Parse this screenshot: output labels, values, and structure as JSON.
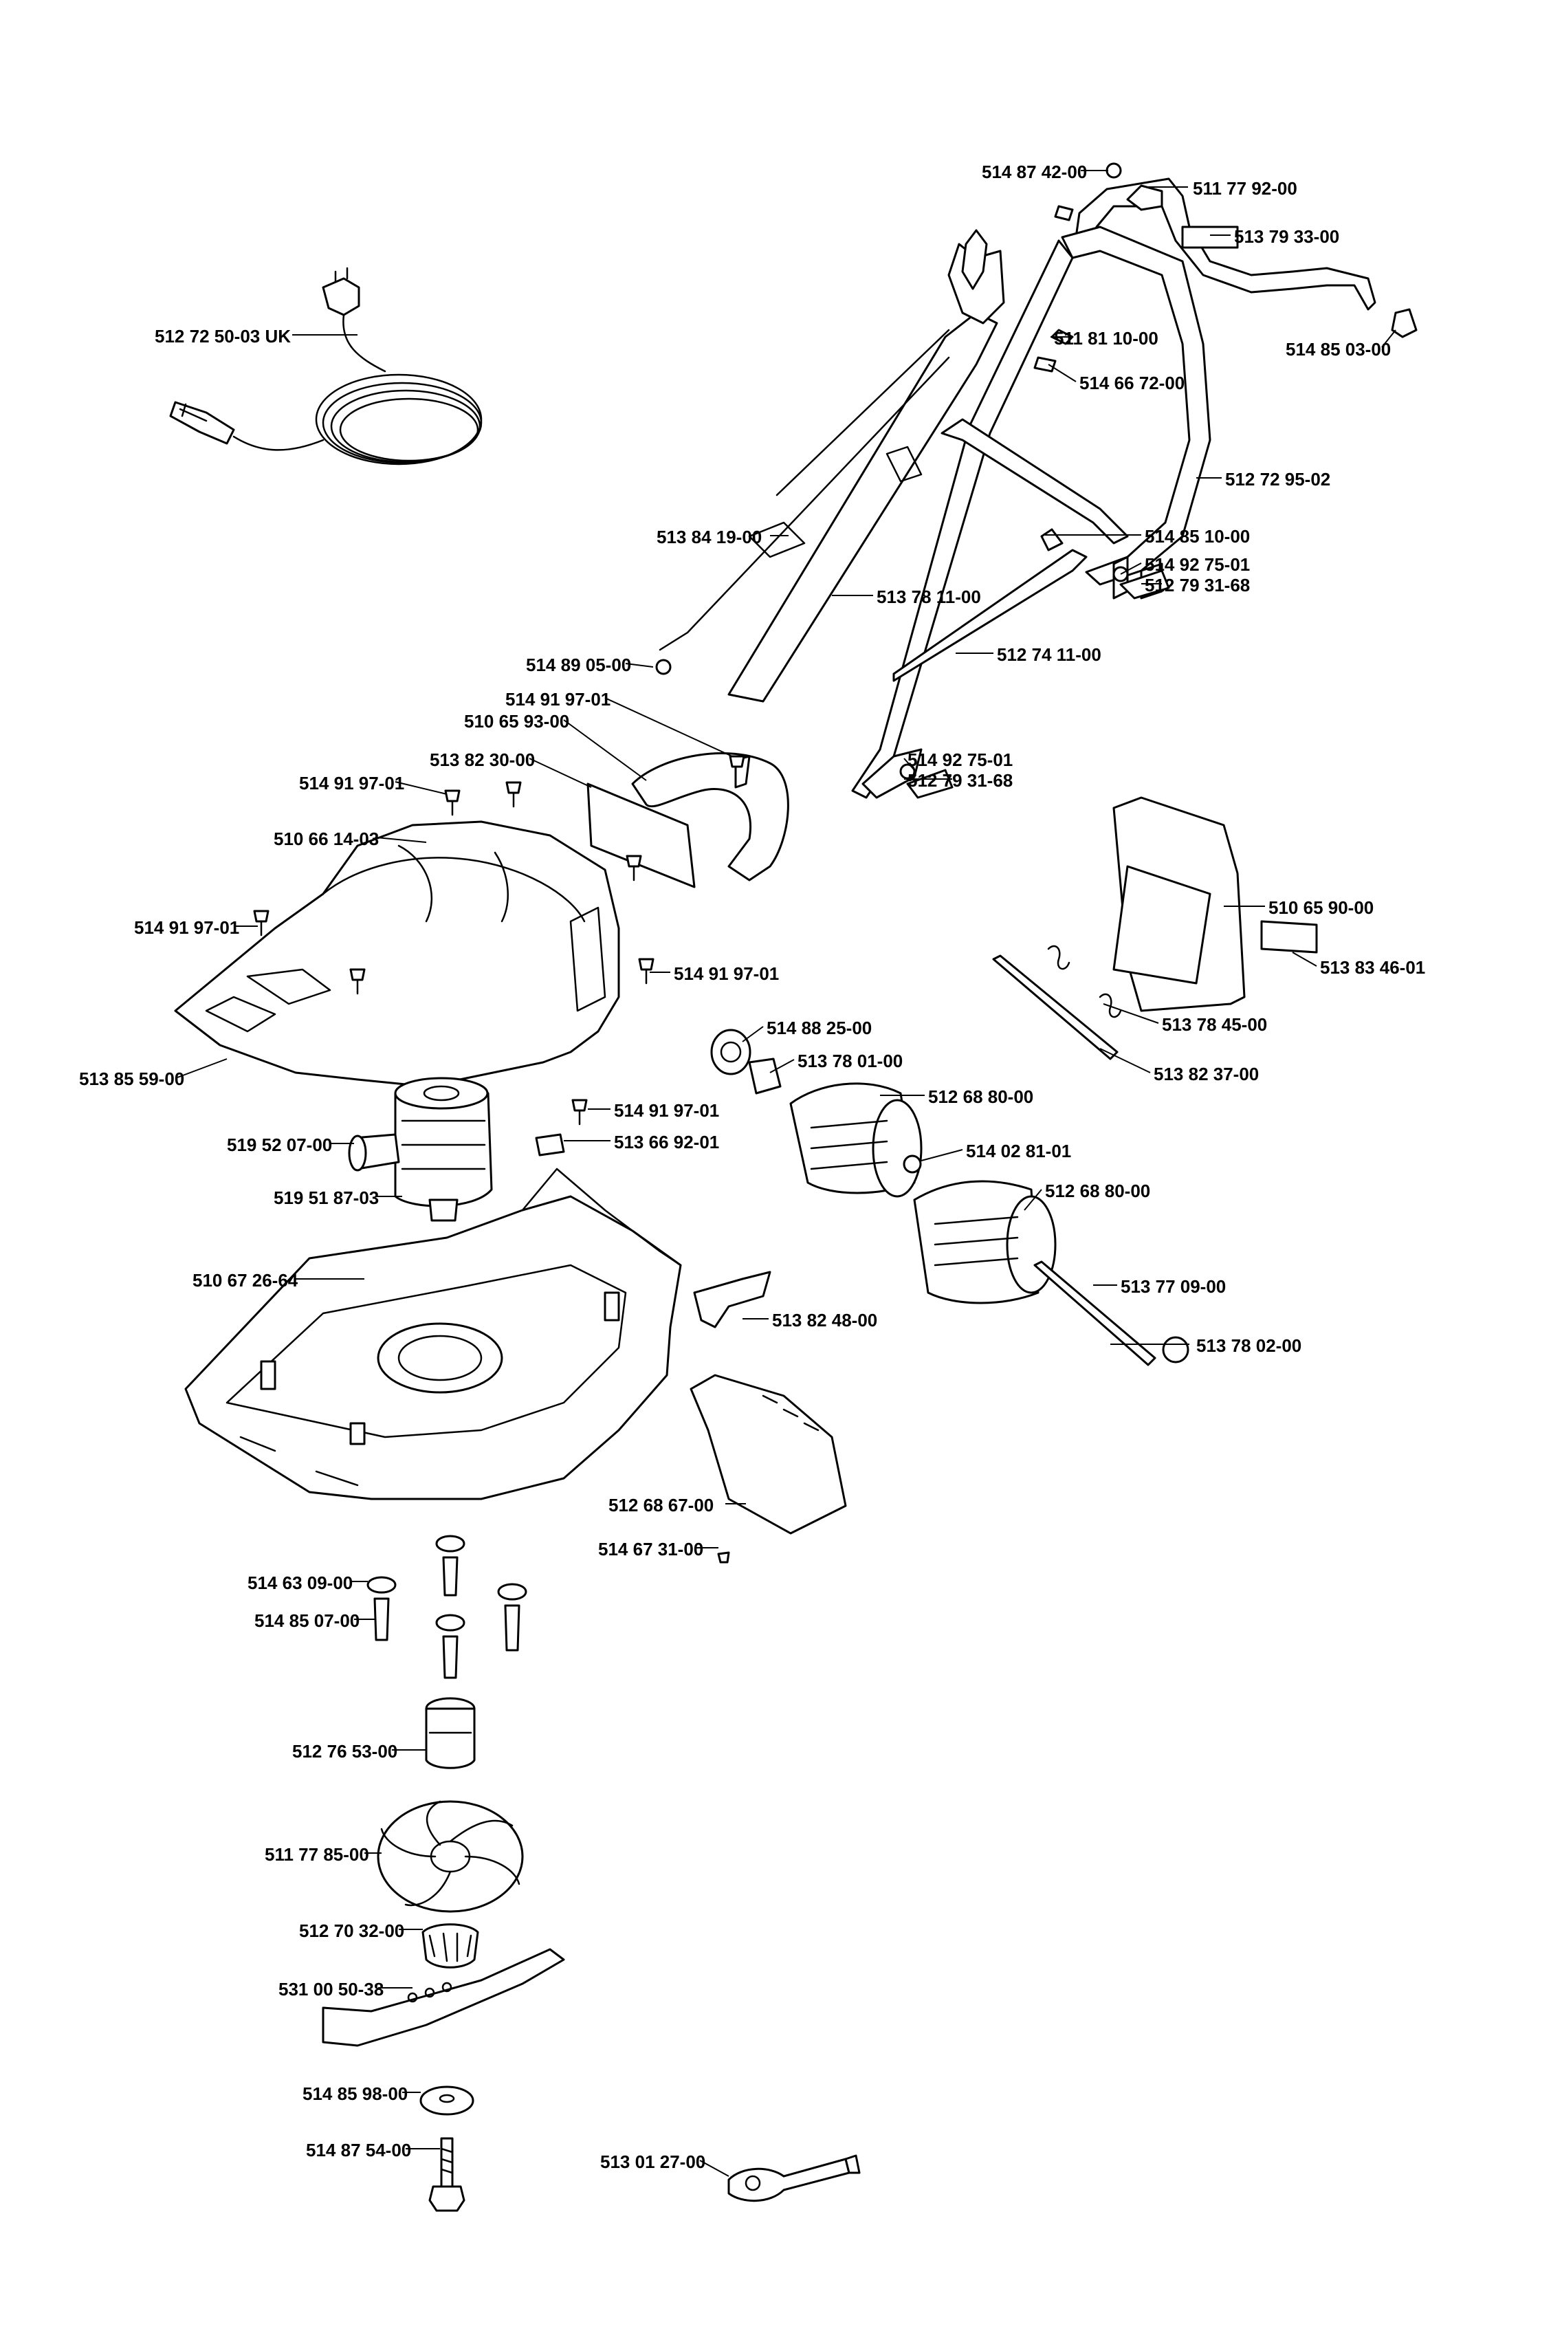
{
  "parts": [
    "514 87 42-00",
    "511 77 92-00",
    "513 79 33-00",
    "514 85 03-00",
    "512 72 50-03 UK",
    "511 81 10-00",
    "514 66 72-00",
    "512 72 95-02",
    "513 84 19-00",
    "514 85 10-00",
    "514 92 75-01",
    "512 79 31-68",
    "513 78 11-00",
    "512 74 11-00",
    "514 89 05-00",
    "514 91 97-01",
    "510 65 93-00",
    "513 82 30-00",
    "514 92 75-01",
    "512 79 31-68",
    "514 91 97-01",
    "510 66 14-03",
    "510 65 90-00",
    "514 91 97-01",
    "514 91 97-01",
    "513 83 46-01",
    "513 78 45-00",
    "514 88 25-00",
    "513 78 01-00",
    "513 85 59-00",
    "513 82 37-00",
    "512 68 80-00",
    "514 91 97-01",
    "519 52 07-00",
    "513 66 92-01",
    "514 02 81-01",
    "519 51 87-03",
    "512 68 80-00",
    "510 67 26-64",
    "513 77 09-00",
    "513 82 48-00",
    "513 78 02-00",
    "512 68 67-00",
    "514 67 31-00",
    "514 63 09-00",
    "514 85 07-00",
    "512 76 53-00",
    "511 77 85-00",
    "512 70 32-00",
    "531 00 50-38",
    "514 85 98-00",
    "514 87 54-00",
    "513 01 27-00"
  ]
}
